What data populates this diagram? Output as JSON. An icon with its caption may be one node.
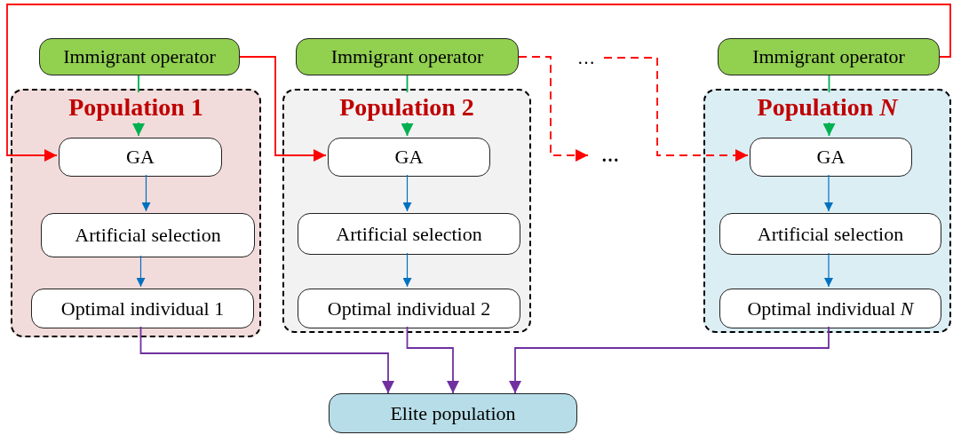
{
  "diagram": {
    "nodes": [
      {
        "text": [
          "Immigrant operator"
        ]
      },
      {
        "text": [
          "Immigrant operator"
        ]
      },
      {
        "text": [
          "…"
        ]
      },
      {
        "text": [
          "Immigrant operator"
        ]
      },
      {
        "text": [
          "Population 1"
        ]
      },
      {
        "text": [
          "GA"
        ],
        "in": 4
      },
      {
        "text": [
          "Artificial selection"
        ],
        "in": 4
      },
      {
        "text": [
          "Optimal individual 1"
        ],
        "in": 4
      },
      {
        "text": [
          "Population 2"
        ]
      },
      {
        "text": [
          "GA"
        ],
        "in": 8
      },
      {
        "text": [
          "Artificial selection"
        ],
        "in": 8
      },
      {
        "text": [
          "Optimal individual 2"
        ],
        "in": 8
      },
      {
        "text": [
          "…"
        ]
      },
      {
        "text": [
          "Population *N*"
        ]
      },
      {
        "text": [
          "GA"
        ],
        "in": 13
      },
      {
        "text": [
          "Artificial selection"
        ],
        "in": 13
      },
      {
        "text": [
          "Optimal individual *N*"
        ],
        "in": 13
      },
      {
        "text": [
          "Elite population"
        ]
      }
    ],
    "edges": [
      {
        "from": 0,
        "to": 5,
        "arrow": "to",
        "color": "#00b050"
      },
      {
        "from": 1,
        "to": 9,
        "arrow": "to",
        "color": "#00b050"
      },
      {
        "from": 3,
        "to": 14,
        "arrow": "to",
        "color": "#00b050"
      },
      {
        "from": 5,
        "to": 6,
        "arrow": "to"
      },
      {
        "from": 6,
        "to": 7,
        "arrow": "to"
      },
      {
        "from": 9,
        "to": 10,
        "arrow": "to"
      },
      {
        "from": 10,
        "to": 11,
        "arrow": "to"
      },
      {
        "from": 14,
        "to": 15,
        "arrow": "to"
      },
      {
        "from": 15,
        "to": 16,
        "arrow": "to"
      },
      {
        "from": 0,
        "to": 9,
        "arrow": "to",
        "color": "#ff0000"
      },
      {
        "from": 3,
        "to": 5,
        "arrow": "to",
        "color": "#ff0000"
      },
      {
        "from": 1,
        "to": 12,
        "arrow": "to",
        "style": "dashed",
        "color": "#ff0000"
      },
      {
        "from": 2,
        "to": 14,
        "arrow": "to",
        "style": "dashed",
        "color": "#ff0000"
      },
      {
        "from": 7,
        "to": 17,
        "arrow": "to",
        "color": "#7030a0"
      },
      {
        "from": 11,
        "to": 17,
        "arrow": "to",
        "color": "#7030a0"
      },
      {
        "from": 16,
        "to": 17,
        "arrow": "to",
        "color": "#7030a0"
      }
    ]
  }
}
